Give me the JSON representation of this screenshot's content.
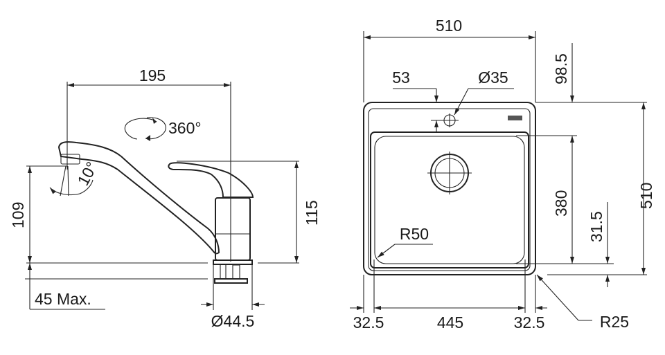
{
  "faucet": {
    "reach": "195",
    "rotation": "360°",
    "spray_angle": "10°",
    "spout_height": "109",
    "total_height": "115",
    "max_thickness": "45 Max.",
    "base_diameter": "Ø44.5"
  },
  "sink": {
    "overall_width": "510",
    "overall_depth": "510",
    "tap_hole_offset": "53",
    "tap_hole_diameter": "Ø35",
    "back_ledge": "98.5",
    "bowl_depth": "380",
    "front_ledge": "31.5",
    "bowl_radius": "R50",
    "corner_radius": "R25",
    "side_left": "32.5",
    "bowl_width": "445",
    "side_right": "32.5"
  }
}
